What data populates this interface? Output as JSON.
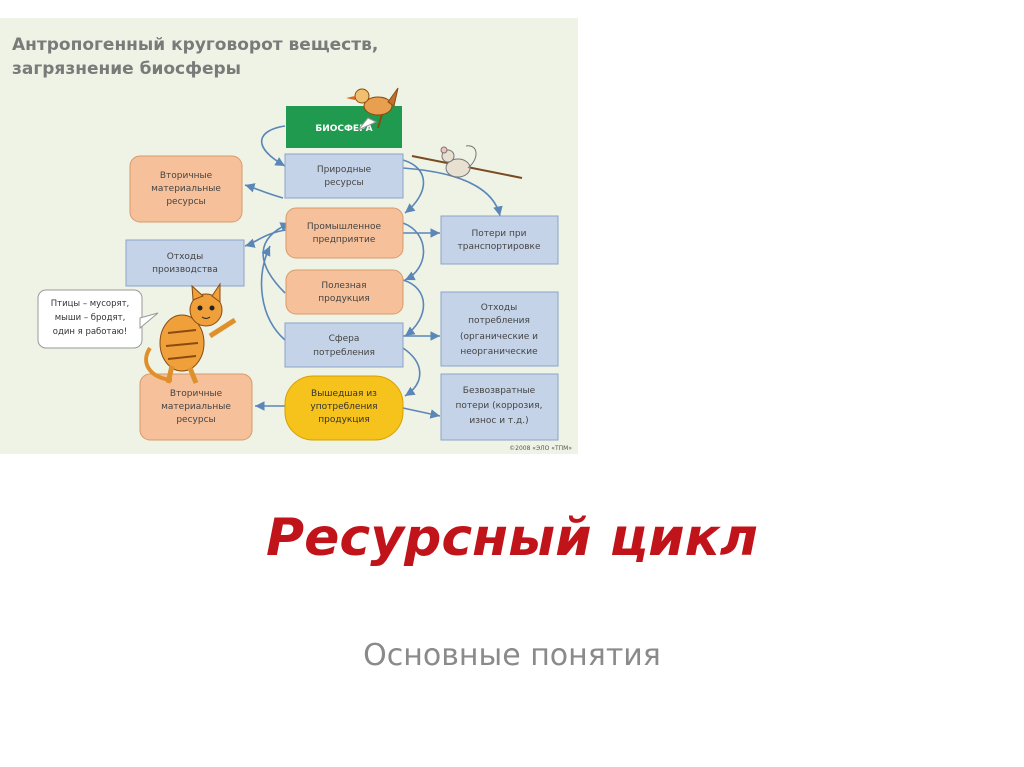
{
  "diagram": {
    "heading": [
      "Антропогенный круговорот веществ,",
      "загрязнение биосферы"
    ],
    "nodes": {
      "biosphere": [
        "БИОСФЕРА"
      ],
      "natural_resources": [
        "Природные",
        "ресурсы"
      ],
      "secondary_top": [
        "Вторичные",
        "материальные",
        "ресурсы"
      ],
      "industrial": [
        "Промышленное",
        "предприятие"
      ],
      "transport_losses": [
        "Потери при",
        "транспортировке"
      ],
      "production_waste": [
        "Отходы",
        "производства"
      ],
      "useful_products": [
        "Полезная",
        "продукция"
      ],
      "consumption_waste": [
        "Отходы",
        "потребления",
        "(органические и",
        "неорганические"
      ],
      "consumption": [
        "Сфера",
        "потребления"
      ],
      "secondary_bottom": [
        "Вторичные",
        "материальные",
        "ресурсы"
      ],
      "discarded": [
        "Вышедшая из",
        "употребления",
        "продукция"
      ],
      "irreversible_losses": [
        "Безвозвратные",
        "потери (коррозия,",
        "износ и т.д.)"
      ]
    },
    "speech_bubble": [
      "Птицы – мусорят,",
      "мыши – бродят,",
      "один я работаю!"
    ],
    "copyright": "©2008 «ЭЛО «ТПМ»"
  },
  "slide": {
    "title": "Ресурсный цикл",
    "subtitle": "Основные понятия"
  },
  "colors": {
    "title": "#c0141a",
    "subtitle": "#8a8a8a",
    "blue_box": "#c5d3e8",
    "orange_box": "#f6c09a",
    "green_box": "#1f9a4e",
    "yellow_box": "#f6c21c",
    "arrow": "#5b86b8"
  }
}
